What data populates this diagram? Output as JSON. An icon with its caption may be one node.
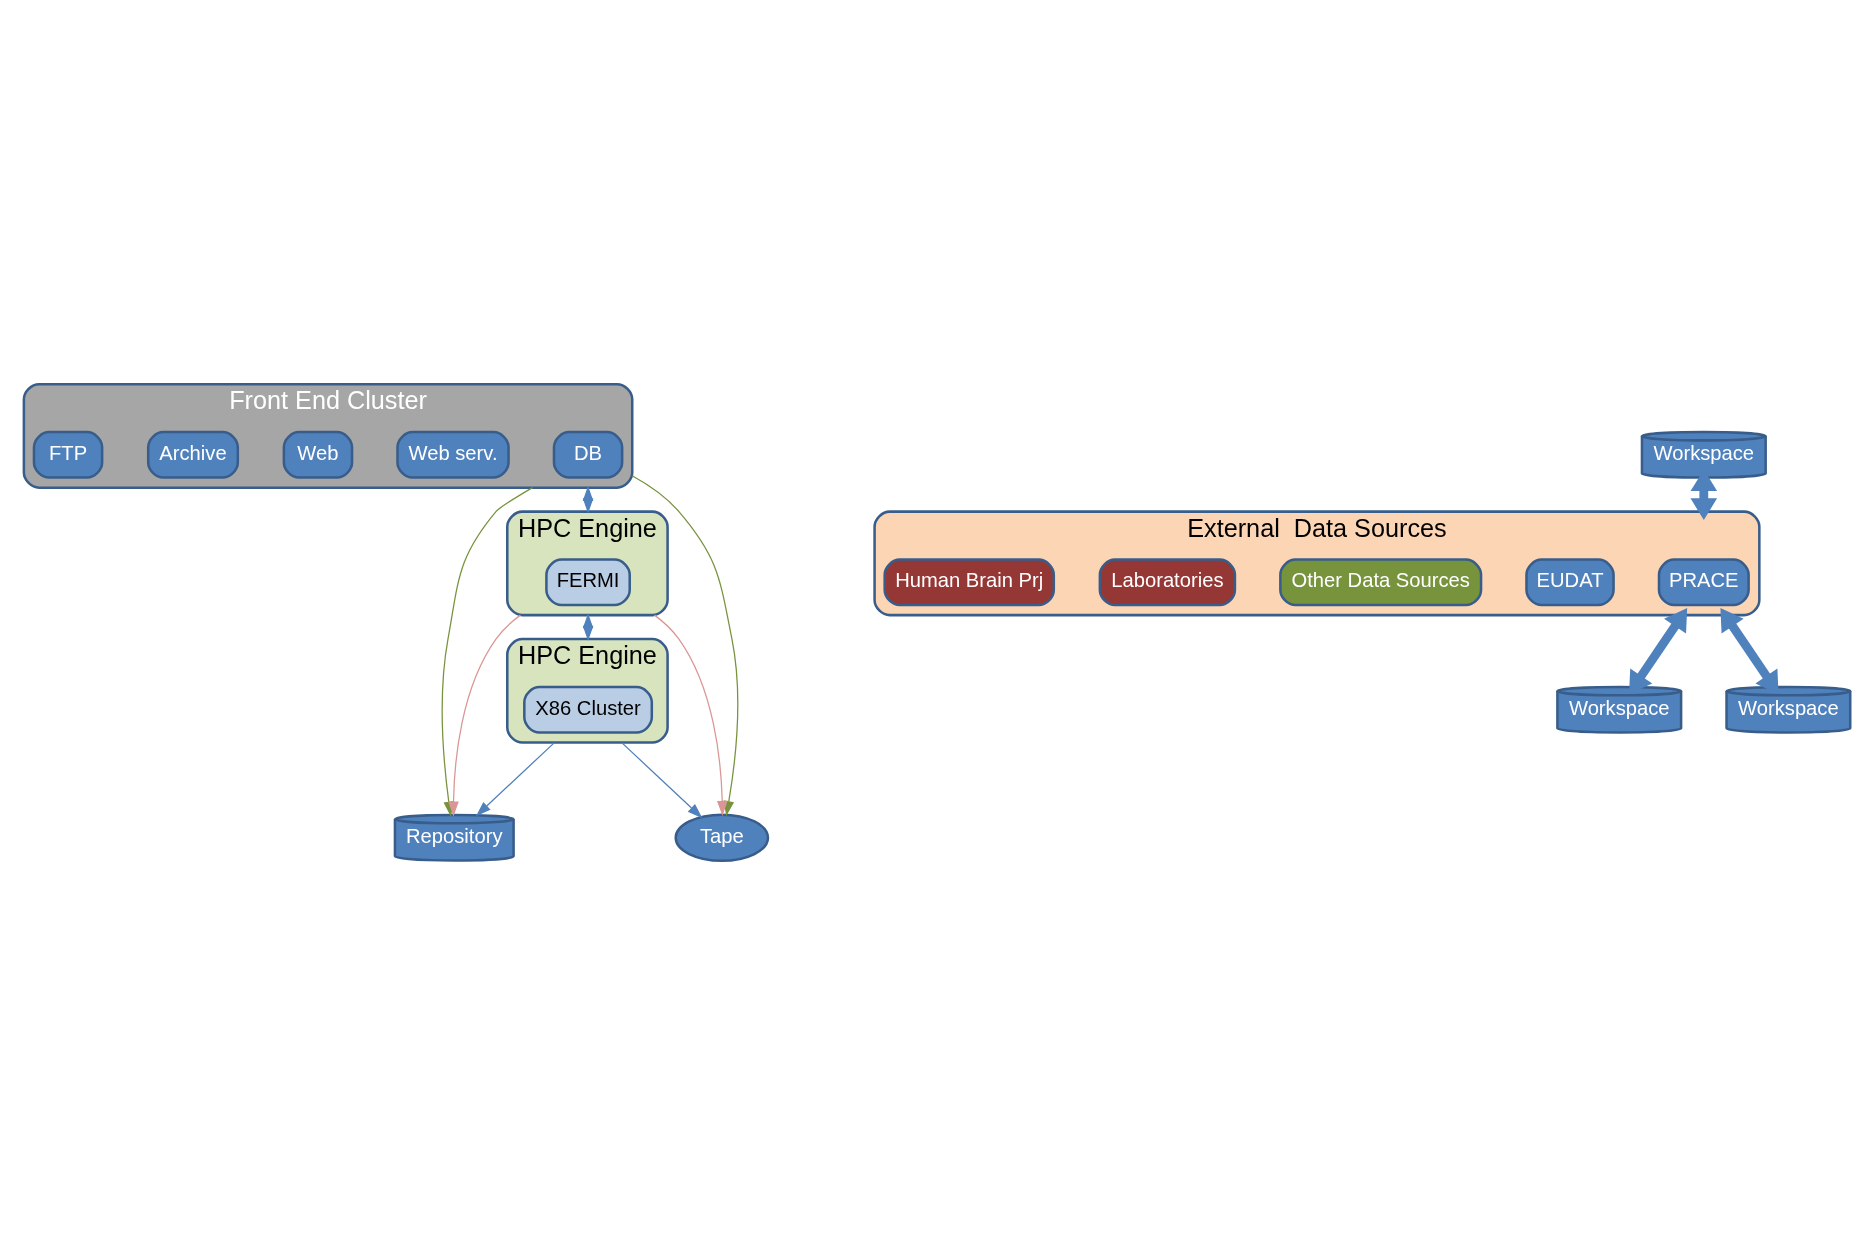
{
  "diagram": {
    "nodes": [
      {
        "text": [
          "Front End Cluster"
        ]
      },
      {
        "text": [
          "DB"
        ],
        "in": 0
      },
      {
        "text": [
          "Web serv."
        ],
        "in": 0
      },
      {
        "text": [
          "Web"
        ],
        "in": 0
      },
      {
        "text": [
          "Archive"
        ],
        "in": 0
      },
      {
        "text": [
          "FTP"
        ],
        "in": 0
      },
      {
        "text": [
          "Workspace"
        ]
      },
      {
        "text": [
          "HPC Engine"
        ]
      },
      {
        "text": [
          "FERMI"
        ],
        "in": 7
      },
      {
        "text": [
          "Workspace"
        ]
      },
      {
        "text": [
          "HPC Engine"
        ]
      },
      {
        "text": [
          "X86 Cluster"
        ],
        "in": 10
      },
      {
        "text": [
          "Workspace"
        ]
      },
      {
        "text": [
          "External  Data Sources"
        ]
      },
      {
        "text": [
          "PRACE"
        ],
        "in": 13
      },
      {
        "text": [
          "EUDAT"
        ],
        "in": 13
      },
      {
        "text": [
          "Other Data Sources"
        ],
        "in": 13
      },
      {
        "text": [
          "Laboratories"
        ],
        "in": 13
      },
      {
        "text": [
          "Human Brain Prj"
        ],
        "in": 13
      },
      {
        "text": [
          "Repository"
        ]
      },
      {
        "text": [
          "Tape"
        ]
      }
    ],
    "edges": [
      {
        "from": 0,
        "to": 7,
        "arrow": "both"
      },
      {
        "from": 7,
        "to": 10,
        "arrow": "both"
      },
      {
        "from": 6,
        "to": 13,
        "arrow": "both",
        "style": "thick"
      },
      {
        "from": 13,
        "to": 9,
        "arrow": "both",
        "style": "thick"
      },
      {
        "from": 13,
        "to": 12,
        "arrow": "both",
        "style": "thick"
      },
      {
        "from": 0,
        "to": 19,
        "arrow": "to",
        "color": "#77933c"
      },
      {
        "from": 0,
        "to": 20,
        "arrow": "to",
        "color": "#77933c"
      },
      {
        "from": 7,
        "to": 19,
        "arrow": "to",
        "color": "#d99694"
      },
      {
        "from": 7,
        "to": 20,
        "arrow": "to",
        "color": "#d99694"
      },
      {
        "from": 10,
        "to": 19,
        "arrow": "to"
      },
      {
        "from": 10,
        "to": 20,
        "arrow": "to"
      }
    ]
  }
}
